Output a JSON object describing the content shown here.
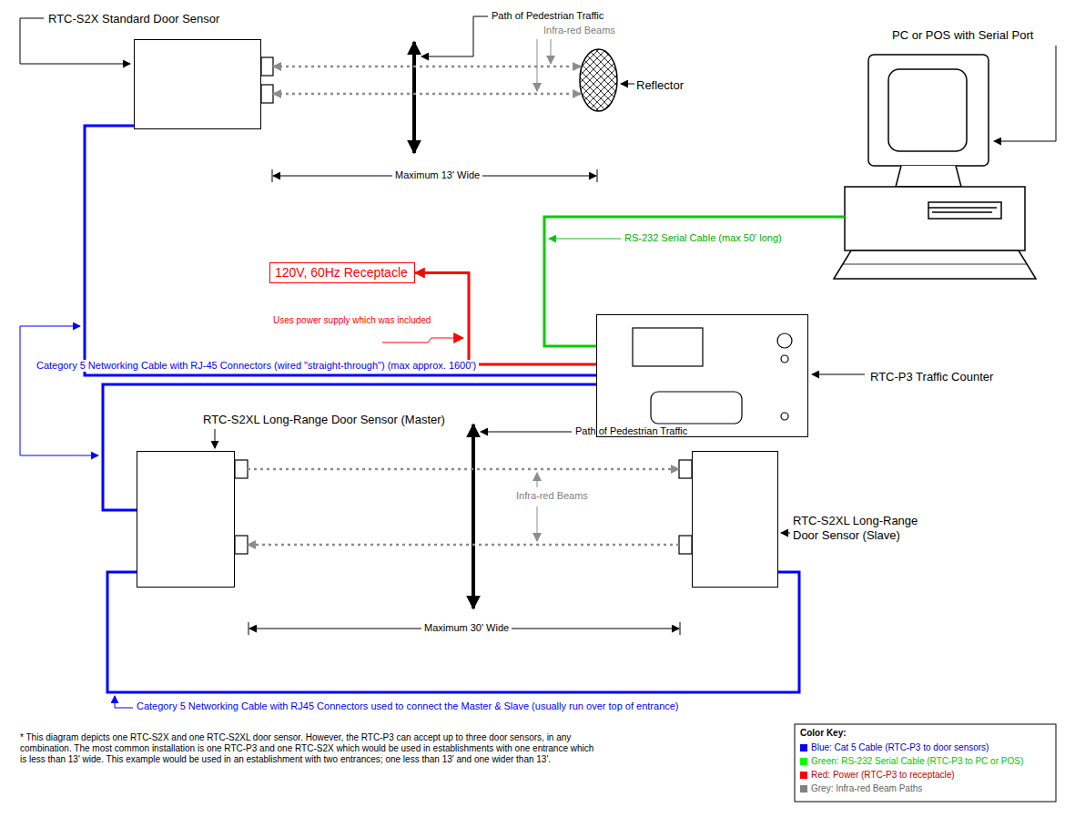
{
  "diagram": {
    "nodes": [
      {
        "text": [
          "RTC-S2X Standard Door Sensor"
        ]
      },
      {
        "text": [
          "Reflector"
        ]
      },
      {
        "text": [
          "PC or POS with Serial Port"
        ]
      },
      {
        "text": [
          "120V, 60Hz Receptacle"
        ]
      },
      {
        "text": [
          "RTC-P3 Traffic Counter"
        ]
      },
      {
        "text": [
          "RTC-S2XL Long-Range Door Sensor (Master)"
        ]
      },
      {
        "text": [
          "RTC-S2XL Long-Range Door Sensor (Slave)"
        ]
      }
    ],
    "edges": [
      {
        "from": 0,
        "to": 1,
        "arrow": "both"
      },
      {
        "from": 0,
        "to": 1,
        "arrow": "both"
      },
      {
        "from": 0,
        "to": 4,
        "arrow": "none"
      },
      {
        "from": 4,
        "to": 3,
        "arrow": "to"
      },
      {
        "from": 4,
        "to": 2,
        "arrow": "none"
      },
      {
        "from": 4,
        "to": 5,
        "arrow": "none"
      },
      {
        "from": 5,
        "to": 6,
        "arrow": "to"
      },
      {
        "from": 6,
        "to": 5,
        "arrow": "to"
      },
      {
        "from": 5,
        "to": 6,
        "arrow": "none"
      }
    ],
    "labels": [
      "Path of Pedestrian Traffic",
      "Infra-red Beams",
      "Maximum 13' Wide",
      "RS-232 Serial Cable (max 50' long)",
      "Uses power supply which was included",
      "Category 5 Networking Cable with RJ-45 Connectors (wired \"straight-through\") (max approx. 1600')",
      "Path of Pedestrian Traffic",
      "Infra-red Beams",
      "Maximum 30' Wide",
      "Category 5 Networking Cable with RJ45 Connectors used to connect the Master & Slave (usually run over top of entrance)",
      "* This diagram depicts one RTC-S2X and one RTC-S2XL door sensor. However, the RTC-P3 can accept up to three door sensors, in any combination. The most common installation is one RTC-P3 and one RTC-S2X which would be used in establishments with one entrance which is less than 13' wide. This example would be used in an establishment with two entrances; one less than 13' and one wider than 13'.",
      "Color Key:"
    ],
    "legend": [
      {
        "text": "Blue: Cat 5 Cable (RTC-P3 to door sensors)",
        "color": "#0000ff"
      },
      {
        "text": "Green: RS-232 Serial Cable (RTC-P3 to PC or POS)",
        "color": "#00ff00"
      },
      {
        "text": "Red: Power (RTC-P3 to receptacle)",
        "color": "#ff0000"
      },
      {
        "text": "Grey: Infra-red Beam Paths",
        "color": "#808080"
      }
    ]
  }
}
